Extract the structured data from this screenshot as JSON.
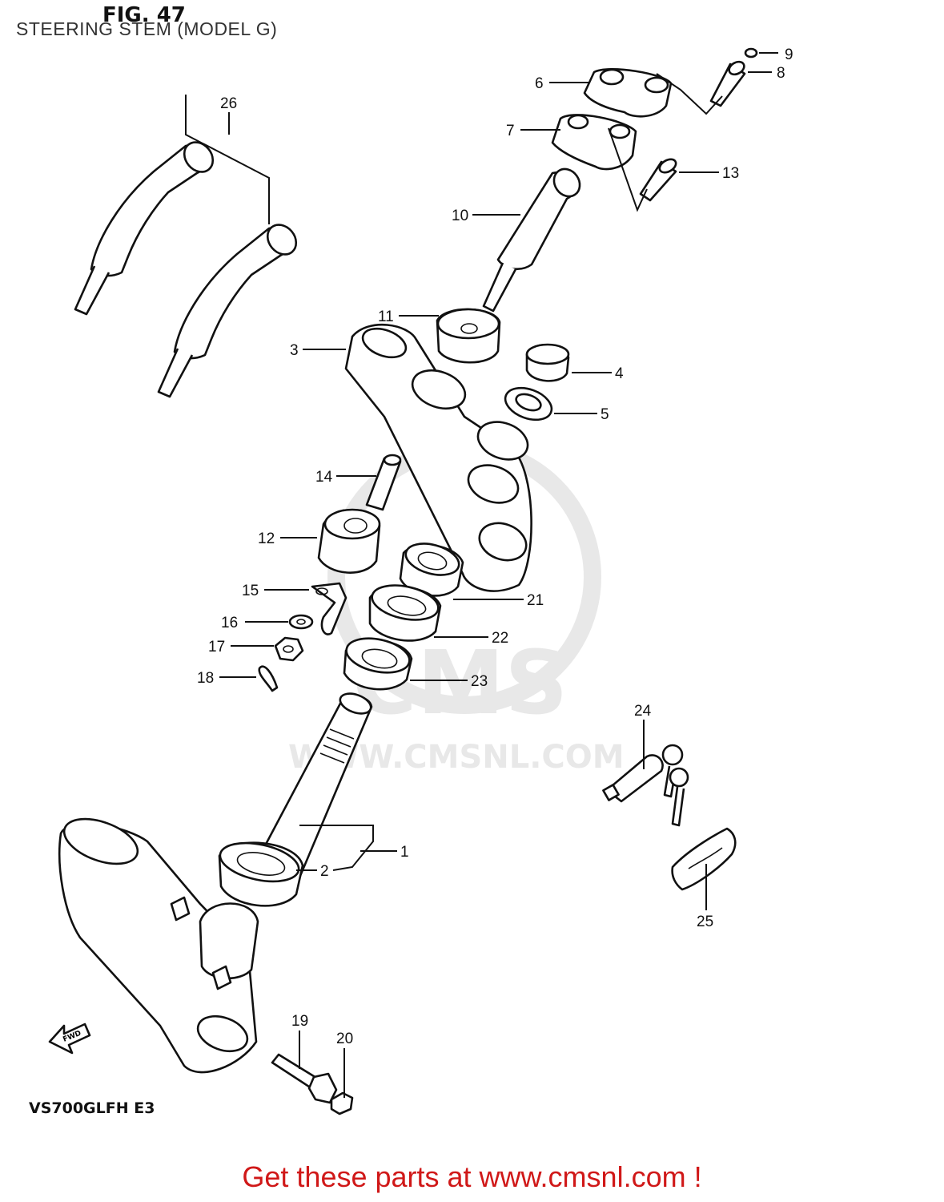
{
  "figure": {
    "number": "FIG. 47",
    "title": "STEERING STEM (MODEL G)",
    "model_code": "VS700GLFH  E3",
    "direction_marker": "FWD"
  },
  "watermark": {
    "brand": "CMS",
    "url": "WWW.CMSNL.COM"
  },
  "callouts": [
    {
      "id": "1",
      "label": "1"
    },
    {
      "id": "2",
      "label": "2"
    },
    {
      "id": "3",
      "label": "3"
    },
    {
      "id": "4",
      "label": "4"
    },
    {
      "id": "5",
      "label": "5"
    },
    {
      "id": "6",
      "label": "6"
    },
    {
      "id": "7",
      "label": "7"
    },
    {
      "id": "8",
      "label": "8"
    },
    {
      "id": "9",
      "label": "9"
    },
    {
      "id": "10",
      "label": "10"
    },
    {
      "id": "11",
      "label": "11"
    },
    {
      "id": "12",
      "label": "12"
    },
    {
      "id": "13",
      "label": "13"
    },
    {
      "id": "14",
      "label": "14"
    },
    {
      "id": "15",
      "label": "15"
    },
    {
      "id": "16",
      "label": "16"
    },
    {
      "id": "17",
      "label": "17"
    },
    {
      "id": "18",
      "label": "18"
    },
    {
      "id": "19",
      "label": "19"
    },
    {
      "id": "20",
      "label": "20"
    },
    {
      "id": "21",
      "label": "21"
    },
    {
      "id": "22",
      "label": "22"
    },
    {
      "id": "23",
      "label": "23"
    },
    {
      "id": "24",
      "label": "24"
    },
    {
      "id": "25",
      "label": "25"
    },
    {
      "id": "26",
      "label": "26"
    }
  ],
  "footer": {
    "cta_text": "Get these parts at www.cmsnl.com !"
  },
  "colors": {
    "cta": "#d01818",
    "line": "#111111",
    "watermark": "#e6e6e6"
  }
}
